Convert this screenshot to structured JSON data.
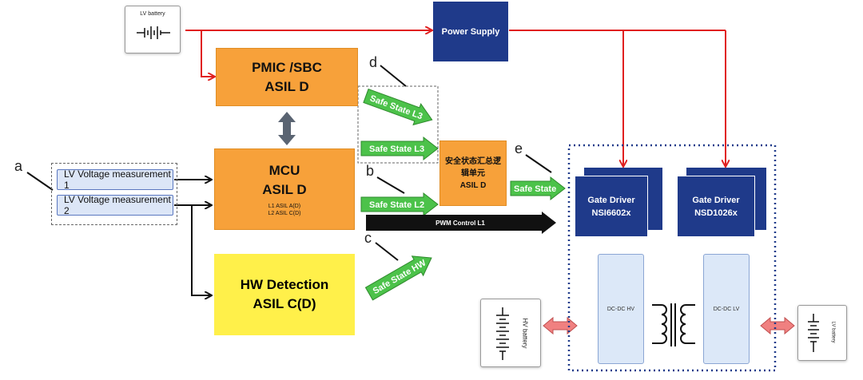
{
  "batteries": {
    "lv_top": "LV battery",
    "hv": "HV battery",
    "lv_right": "LV battery"
  },
  "power_supply": "Power Supply",
  "pmic": {
    "line1": "PMIC /SBC",
    "line2": "ASIL D"
  },
  "mcu": {
    "line1": "MCU",
    "line2": "ASIL D",
    "note1": "L1 ASIL A(D)",
    "note2": "L2 ASIL C(D)"
  },
  "hw_detection": {
    "line1": "HW Detection",
    "line2": "ASIL C(D)"
  },
  "measurements": [
    "LV Voltage measurement 1",
    "LV Voltage measurement 2"
  ],
  "safe_states": {
    "l3_a": "Safe State L3",
    "l3_b": "Safe State L3",
    "l2": "Safe State L2",
    "hw": "Safe State HW",
    "out": "Safe State"
  },
  "aggregator": {
    "line1": "安全状态汇总逻",
    "line2": "辑单元",
    "line3": "ASIL D"
  },
  "pwm": "PWM Control L1",
  "gate_drivers": [
    {
      "line1": "Gate Driver",
      "line2": "NSI6602x"
    },
    {
      "line1": "Gate Driver",
      "line2": "NSD1026x"
    }
  ],
  "dcdc": {
    "hv": "DC-DC HV",
    "lv": "DC-DC LV"
  },
  "callouts": {
    "a": "a",
    "b": "b",
    "c": "c",
    "d": "d",
    "e": "e"
  },
  "colors": {
    "signal_red": "#e02020",
    "orange": "#f7a13a",
    "navy": "#1f3a8a",
    "green": "#4cc24a",
    "yellow": "#fff04a"
  }
}
